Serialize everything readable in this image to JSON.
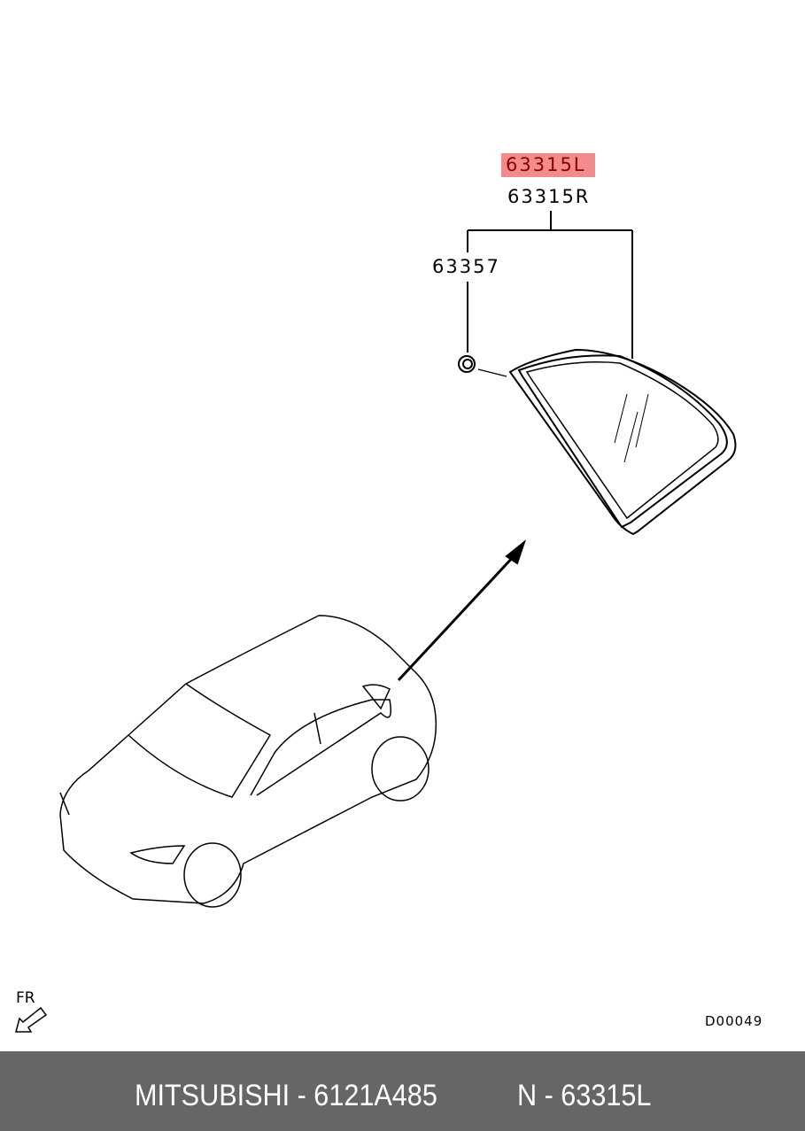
{
  "callouts": {
    "highlighted_part": "63315L",
    "part_right": "63315R",
    "clip_part": "63357"
  },
  "direction_label": "FR",
  "diagram_code": "D00049",
  "footer": {
    "brand_part": "MITSUBISHI - 6121A485",
    "ref": "N - 63315L"
  },
  "colors": {
    "highlight": "#f28b8b",
    "footer_bg": "#666666"
  }
}
